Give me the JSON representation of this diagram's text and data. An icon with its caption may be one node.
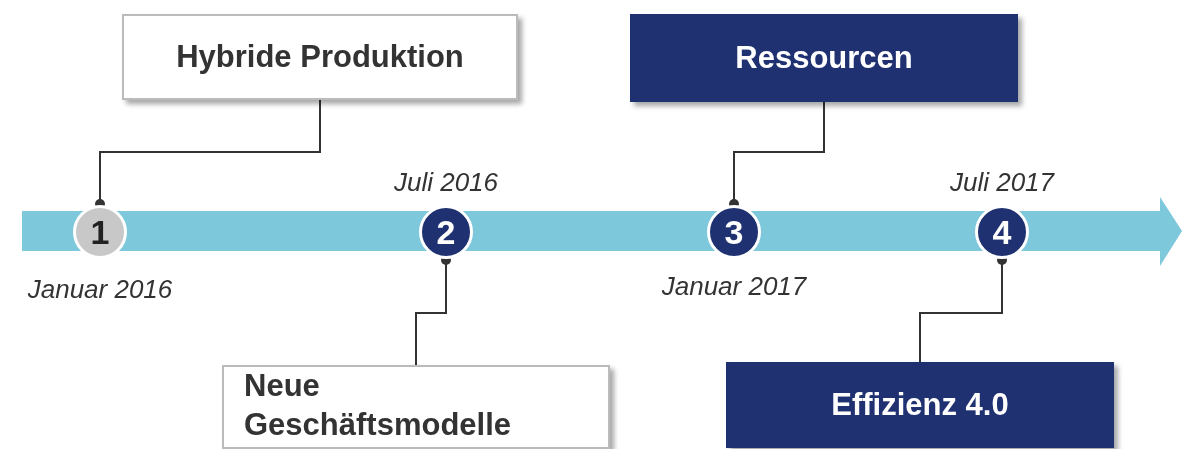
{
  "diagram": {
    "nodes": [
      {
        "text": [
          "Hybride Produktion"
        ]
      },
      {
        "text": [
          "Ressourcen"
        ]
      },
      {
        "text": [
          "1"
        ],
        "beside": [
          "Januar 2016"
        ]
      },
      {
        "text": [
          "2"
        ],
        "beside": [
          "Juli 2016"
        ]
      },
      {
        "text": [
          "3"
        ],
        "beside": [
          "Januar 2017"
        ]
      },
      {
        "text": [
          "4"
        ],
        "beside": [
          "Juli 2017"
        ]
      },
      {
        "text": [
          "Neue Geschäftsmodelle"
        ]
      },
      {
        "text": [
          "Effizienz 4.0"
        ]
      }
    ],
    "edges": [
      {
        "from": 0,
        "to": 2,
        "arrow": "other"
      },
      {
        "from": 1,
        "to": 4,
        "arrow": "other"
      },
      {
        "from": 6,
        "to": 3,
        "arrow": "other"
      },
      {
        "from": 7,
        "to": 5,
        "arrow": "other"
      }
    ]
  }
}
